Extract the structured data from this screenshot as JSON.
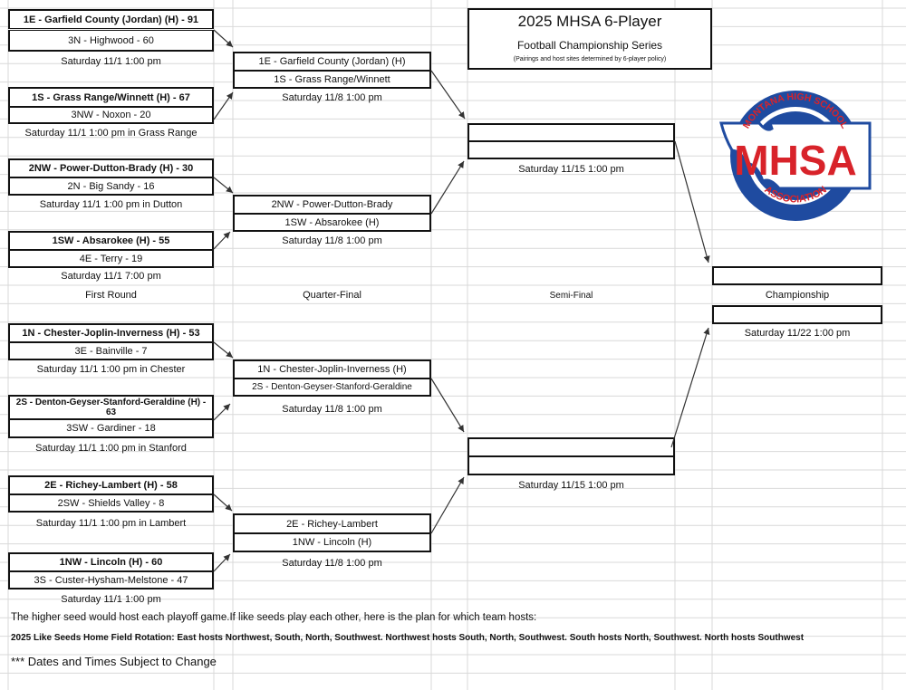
{
  "title": {
    "main": "2025 MHSA 6-Player",
    "sub": "Football Championship Series",
    "note": "(Pairings and host sites determined by 6-player policy)"
  },
  "round_labels": {
    "first": "First Round",
    "quarter": "Quarter-Final",
    "semi": "Semi-Final",
    "championship": "Championship"
  },
  "first_round": [
    {
      "winner": "1E - Garfield County (Jordan) (H) - 91",
      "loser": "3N - Highwood - 60",
      "date": "Saturday 11/1 1:00 pm"
    },
    {
      "winner": "1S - Grass Range/Winnett (H) - 67",
      "loser": "3NW - Noxon - 20",
      "date": "Saturday 11/1 1:00 pm in Grass Range"
    },
    {
      "winner": "2NW - Power-Dutton-Brady (H) - 30",
      "loser": "2N - Big Sandy - 16",
      "date": "Saturday 11/1 1:00 pm in Dutton"
    },
    {
      "winner": "1SW - Absarokee (H) - 55",
      "loser": "4E - Terry - 19",
      "date": "Saturday 11/1 7:00 pm"
    },
    {
      "winner": "1N - Chester-Joplin-Inverness (H) - 53",
      "loser": "3E - Bainville - 7",
      "date": "Saturday 11/1 1:00 pm in Chester"
    },
    {
      "winner": "2S - Denton-Geyser-Stanford-Geraldine (H) - 63",
      "loser": "3SW - Gardiner - 18",
      "date": "Saturday 11/1 1:00 pm in Stanford"
    },
    {
      "winner": "2E - Richey-Lambert (H) - 58",
      "loser": "2SW - Shields Valley - 8",
      "date": "Saturday 11/1 1:00 pm in Lambert"
    },
    {
      "winner": "1NW - Lincoln (H) - 60",
      "loser": "3S - Custer-Hysham-Melstone - 47",
      "date": "Saturday 11/1 1:00 pm"
    }
  ],
  "quarter_final": [
    {
      "team1": "1E - Garfield County (Jordan) (H)",
      "team2": "1S - Grass Range/Winnett",
      "date": "Saturday 11/8 1:00 pm"
    },
    {
      "team1": "2NW - Power-Dutton-Brady",
      "team2": "1SW - Absarokee (H)",
      "date": "Saturday 11/8 1:00 pm"
    },
    {
      "team1": "1N - Chester-Joplin-Inverness (H)",
      "team2": "2S - Denton-Geyser-Stanford-Geraldine",
      "date": "Saturday 11/8 1:00 pm"
    },
    {
      "team1": "2E - Richey-Lambert",
      "team2": "1NW - Lincoln (H)",
      "date": "Saturday 11/8 1:00 pm"
    }
  ],
  "semi_final": [
    {
      "team1": "",
      "team2": "",
      "date": "Saturday 11/15 1:00 pm"
    },
    {
      "team1": "",
      "team2": "",
      "date": "Saturday 11/15 1:00 pm"
    }
  ],
  "championship": {
    "team1": "",
    "team2": "",
    "date": "Saturday 11/22 1:00 pm"
  },
  "logo": {
    "arc_top": "MONTANA HIGH SCHOOL",
    "center": "MHSA",
    "arc_bottom": "ASSOCIATION",
    "colors": {
      "red": "#d8232a",
      "blue": "#1f4ba0"
    }
  },
  "notes": {
    "host_rule": "The higher seed would host each playoff game.If like seeds play each other, here is the plan for which team hosts:",
    "rotation": "2025 Like Seeds Home Field Rotation: East hosts Northwest, South, North, Southwest. Northwest hosts South, North, Southwest. South hosts North, Southwest.  North hosts Southwest",
    "disclaimer": "*** Dates  and Times Subject to Change"
  }
}
